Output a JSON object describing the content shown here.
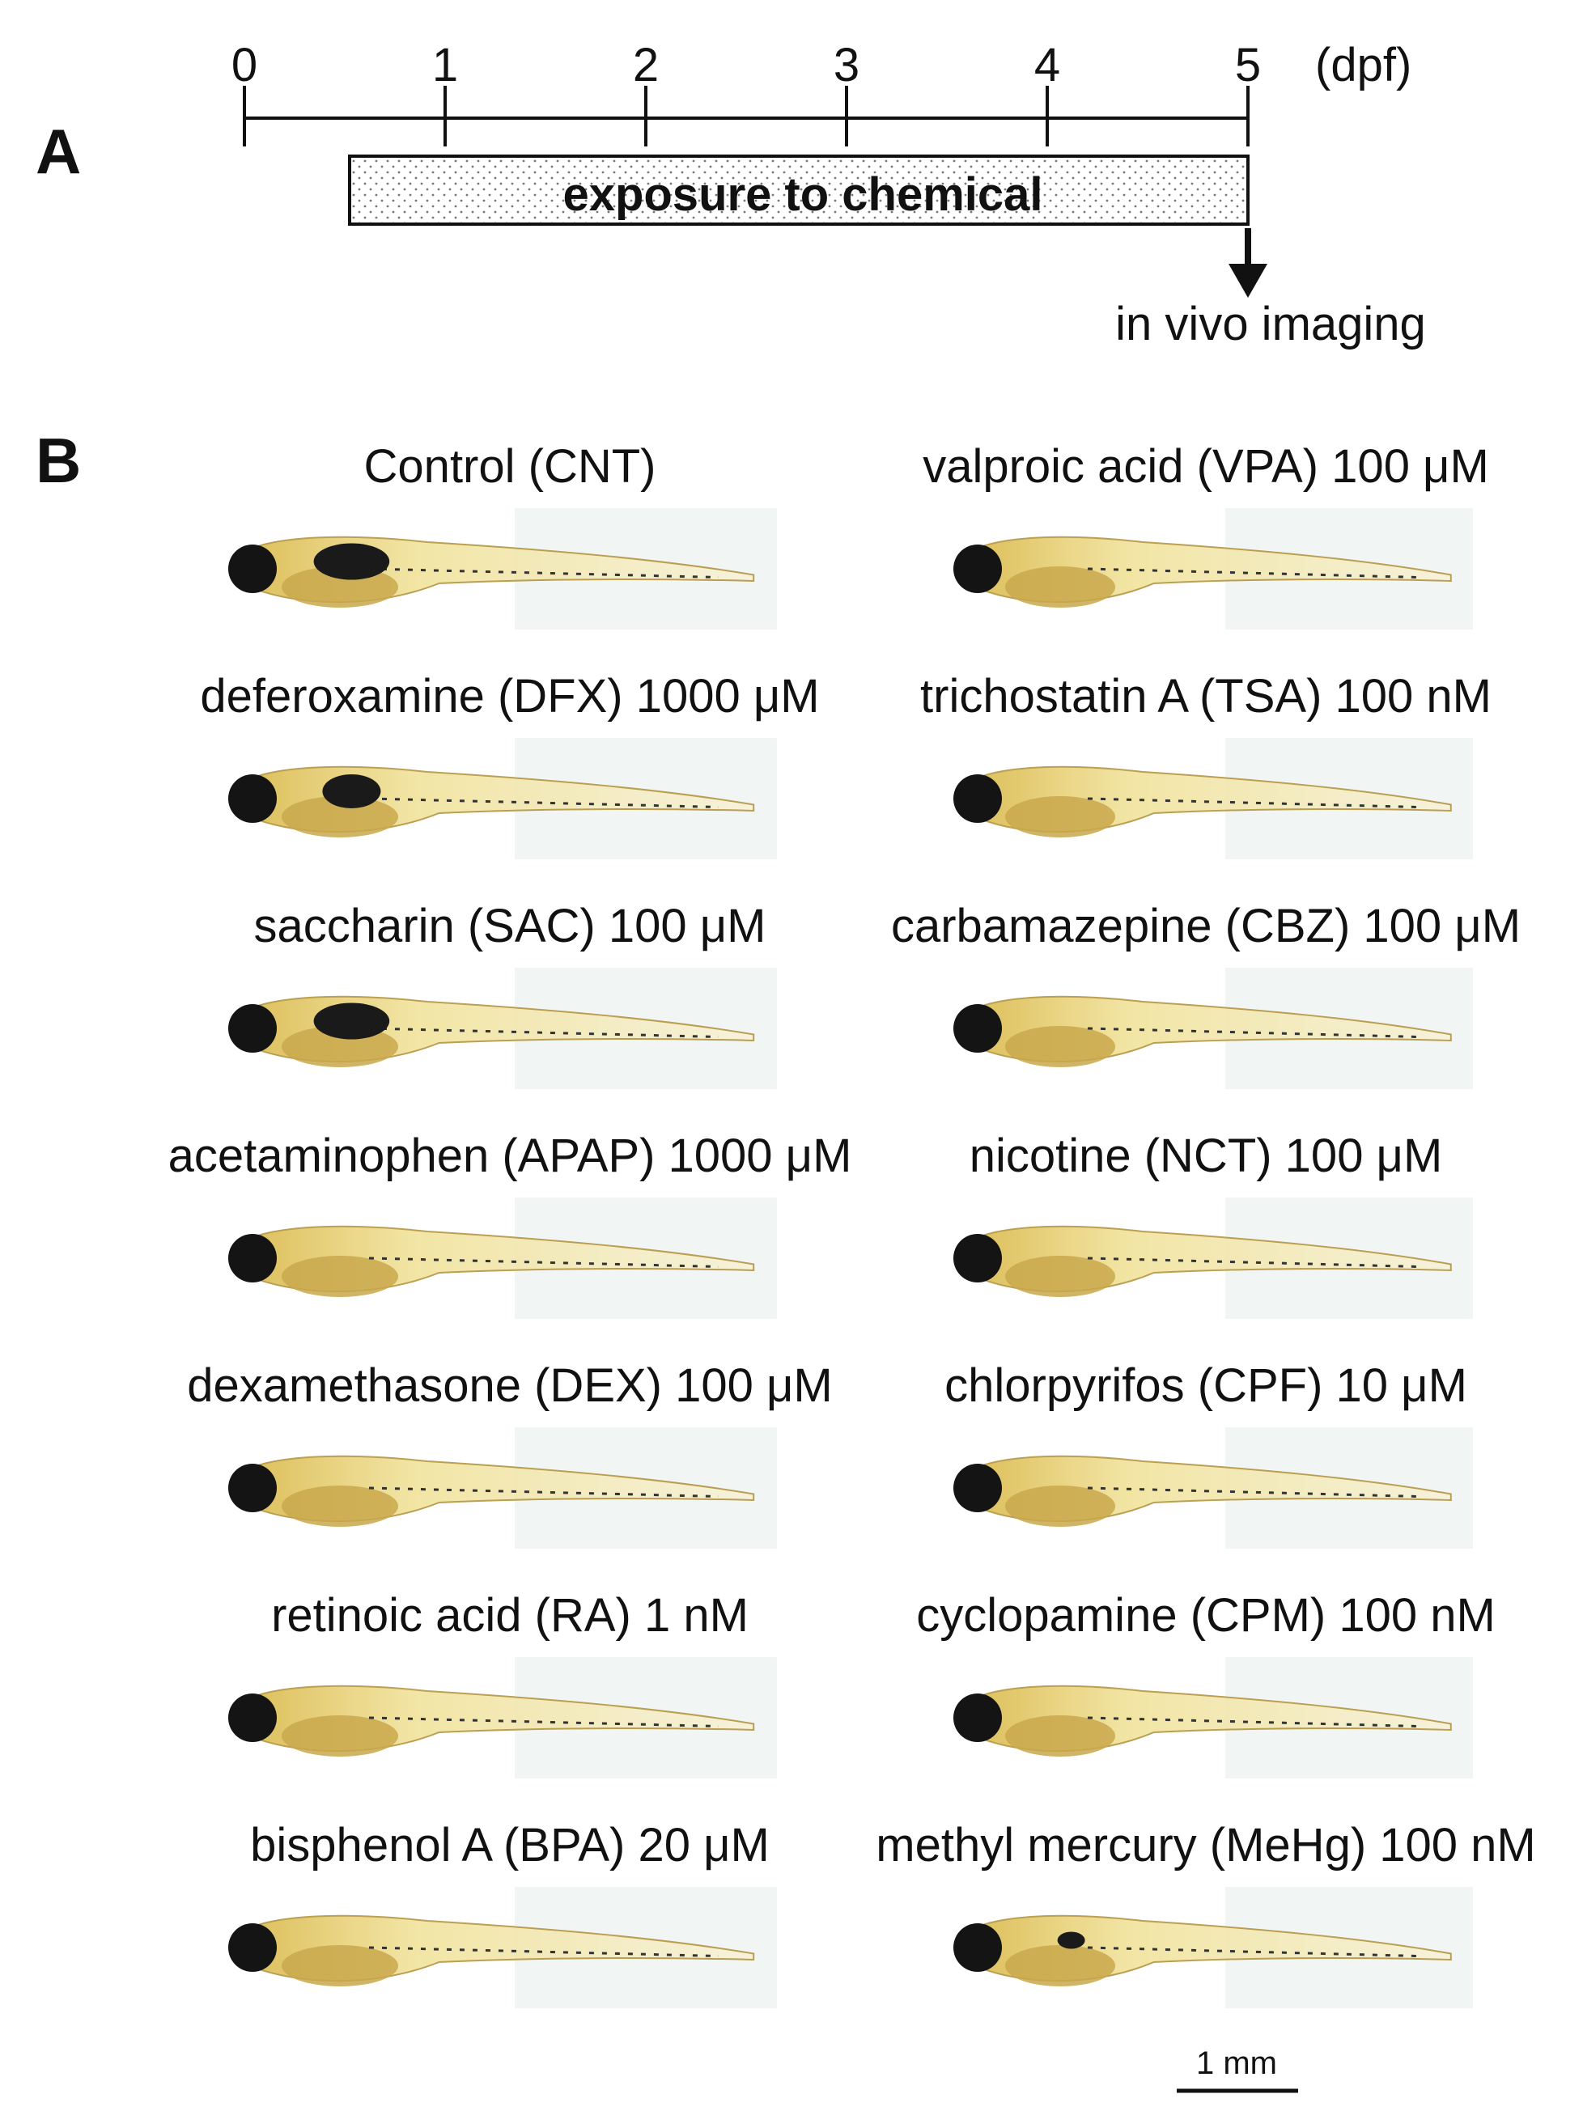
{
  "panel_a": {
    "letter": "A",
    "unit": "(dpf)",
    "ticks": [
      "0",
      "1",
      "2",
      "3",
      "4",
      "5"
    ],
    "exposure_label": "exposure to chemical",
    "arrow_label": "in vivo imaging"
  },
  "panel_b": {
    "letter": "B",
    "scale_bar_label": "1 mm",
    "left": [
      {
        "label": "Control (CNT)",
        "bladder": "large"
      },
      {
        "label": "deferoxamine (DFX) 1000 μM",
        "bladder": "medium"
      },
      {
        "label": "saccharin (SAC) 100 μM",
        "bladder": "large"
      },
      {
        "label": "acetaminophen (APAP) 1000 μM",
        "bladder": "none"
      },
      {
        "label": "dexamethasone (DEX) 100 μM",
        "bladder": "none"
      },
      {
        "label": "retinoic acid (RA) 1 nM",
        "bladder": "none"
      },
      {
        "label": "bisphenol A (BPA) 20 μM",
        "bladder": "none"
      }
    ],
    "right": [
      {
        "label": "valproic acid (VPA) 100 μM",
        "bladder": "none"
      },
      {
        "label": "trichostatin A (TSA) 100 nM",
        "bladder": "none"
      },
      {
        "label": "carbamazepine (CBZ) 100 μM",
        "bladder": "none"
      },
      {
        "label": "nicotine (NCT) 100 μM",
        "bladder": "none"
      },
      {
        "label": "chlorpyrifos (CPF) 10 μM",
        "bladder": "none"
      },
      {
        "label": "cyclopamine (CPM) 100 nM",
        "bladder": "none"
      },
      {
        "label": "methyl mercury (MeHg) 100 nM",
        "bladder": "small"
      }
    ]
  },
  "colors": {
    "ink": "#111111",
    "body": "#f2e4a0",
    "body_dark": "#d9b84a",
    "yolk": "#c9a84c",
    "eye": "#141414",
    "photo_bg": "#eef4f3"
  }
}
